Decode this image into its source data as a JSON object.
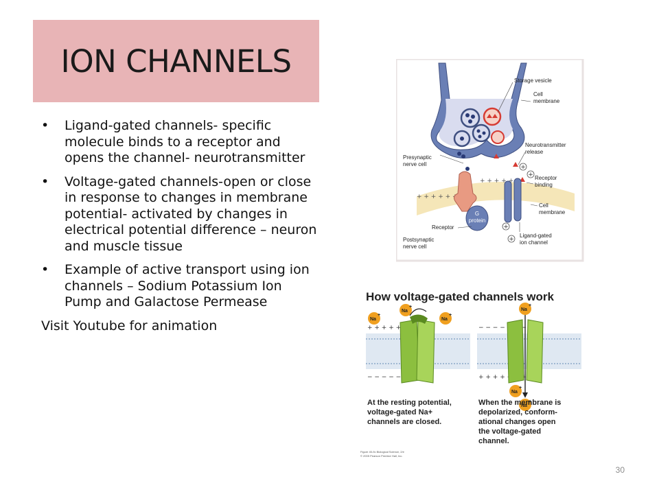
{
  "slide": {
    "title": "ION CHANNELS",
    "bullets": [
      {
        "marker": "•",
        "text": "Ligand-gated channels- specific molecule binds to a receptor and opens the channel- neurotransmitter"
      },
      {
        "marker": "•",
        "text": "Voltage-gated channels-open or close in response to changes in membrane potential- activated by changes in electrical potential difference – neuron and muscle tissue"
      },
      {
        "marker": "•",
        "text": "Example of active transport using ion channels – Sodium Potassium Ion Pump and Galactose Permease"
      }
    ],
    "footer_line": "Visit Youtube for animation",
    "page_number": "30"
  },
  "figure_synapse": {
    "labels": {
      "storage_vesicle": "Storage vesicle",
      "cell_membrane_top_1": "Cell",
      "cell_membrane_top_2": "membrane",
      "presynaptic_1": "Presynaptic",
      "presynaptic_2": "nerve cell",
      "nt_release_1": "Neurotransmitter",
      "nt_release_2": "release",
      "receptor_binding_1": "Receptor",
      "receptor_binding_2": "binding",
      "cell_membrane_bottom_1": "Cell",
      "cell_membrane_bottom_2": "membrane",
      "g_protein_1": "G",
      "g_protein_2": "protein",
      "receptor": "Receptor",
      "ligand_gated_1": "Ligand-gated",
      "ligand_gated_2": "ion channel",
      "postsynaptic_1": "Postsynaptic",
      "postsynaptic_2": "nerve cell",
      "plus": "+",
      "membrane_plus_row": "+ + + + + +",
      "membrane_plus_row_right": "+ + + + +"
    }
  },
  "figure_voltage": {
    "title": "How voltage-gated channels work",
    "ion_label": "Na",
    "ion_charge": "+",
    "left_caption": [
      "At the resting potential,",
      "voltage-gated Na+",
      "channels are closed."
    ],
    "right_caption": [
      "When the membrane is",
      "depolarized, conform-",
      "ational changes open",
      "the voltage-gated",
      "channel."
    ],
    "plus_row": "+ + + + + + + +",
    "minus_row": "− − − − − − − −",
    "credit": [
      "Figure 45-9c  Biological Science, 2/e",
      "© 2005 Pearson Prentice Hall, Inc."
    ]
  },
  "colors": {
    "title_bg": "#e8b4b6",
    "neuron_blue": "#6a7fb5",
    "vesicle_fill": "#d9dcef",
    "membrane_yellow": "#f5e6b8",
    "receptor_salmon": "#e89a82",
    "neurotransmitter_red": "#d63b33",
    "channel_green": "#8cbf3f",
    "ion_orange": "#f0a020"
  }
}
